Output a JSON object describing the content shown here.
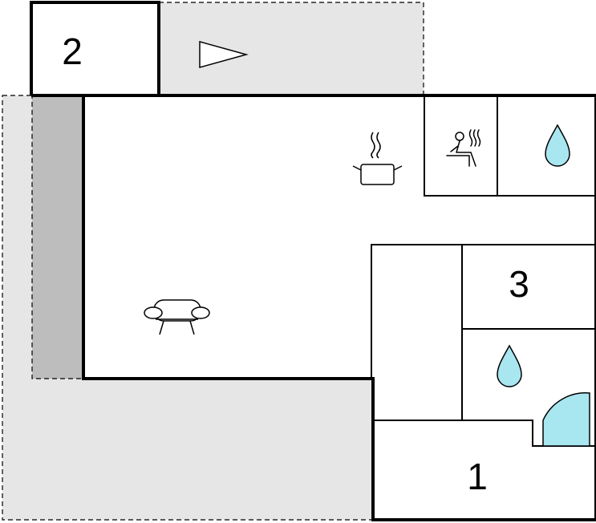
{
  "floorplan": {
    "rooms": [
      {
        "id": "room-2",
        "number": "2"
      },
      {
        "id": "room-3",
        "number": "3"
      },
      {
        "id": "room-1",
        "number": "1"
      }
    ],
    "icons": {
      "living": "sofa-icon",
      "kitchen": "cooking-pot-icon",
      "sauna": "sauna-icon",
      "bathroom_top": "water-drop-icon",
      "bathroom_mid": "water-drop-icon",
      "entrance_direction": "direction-arrow-icon",
      "door": "door-swing-icon"
    },
    "colors": {
      "wall": "#000000",
      "terrace": "#e6e6e6",
      "covered_area": "#bdbdbd",
      "water": "#a8e6f0",
      "door": "#a8e6f0"
    }
  }
}
